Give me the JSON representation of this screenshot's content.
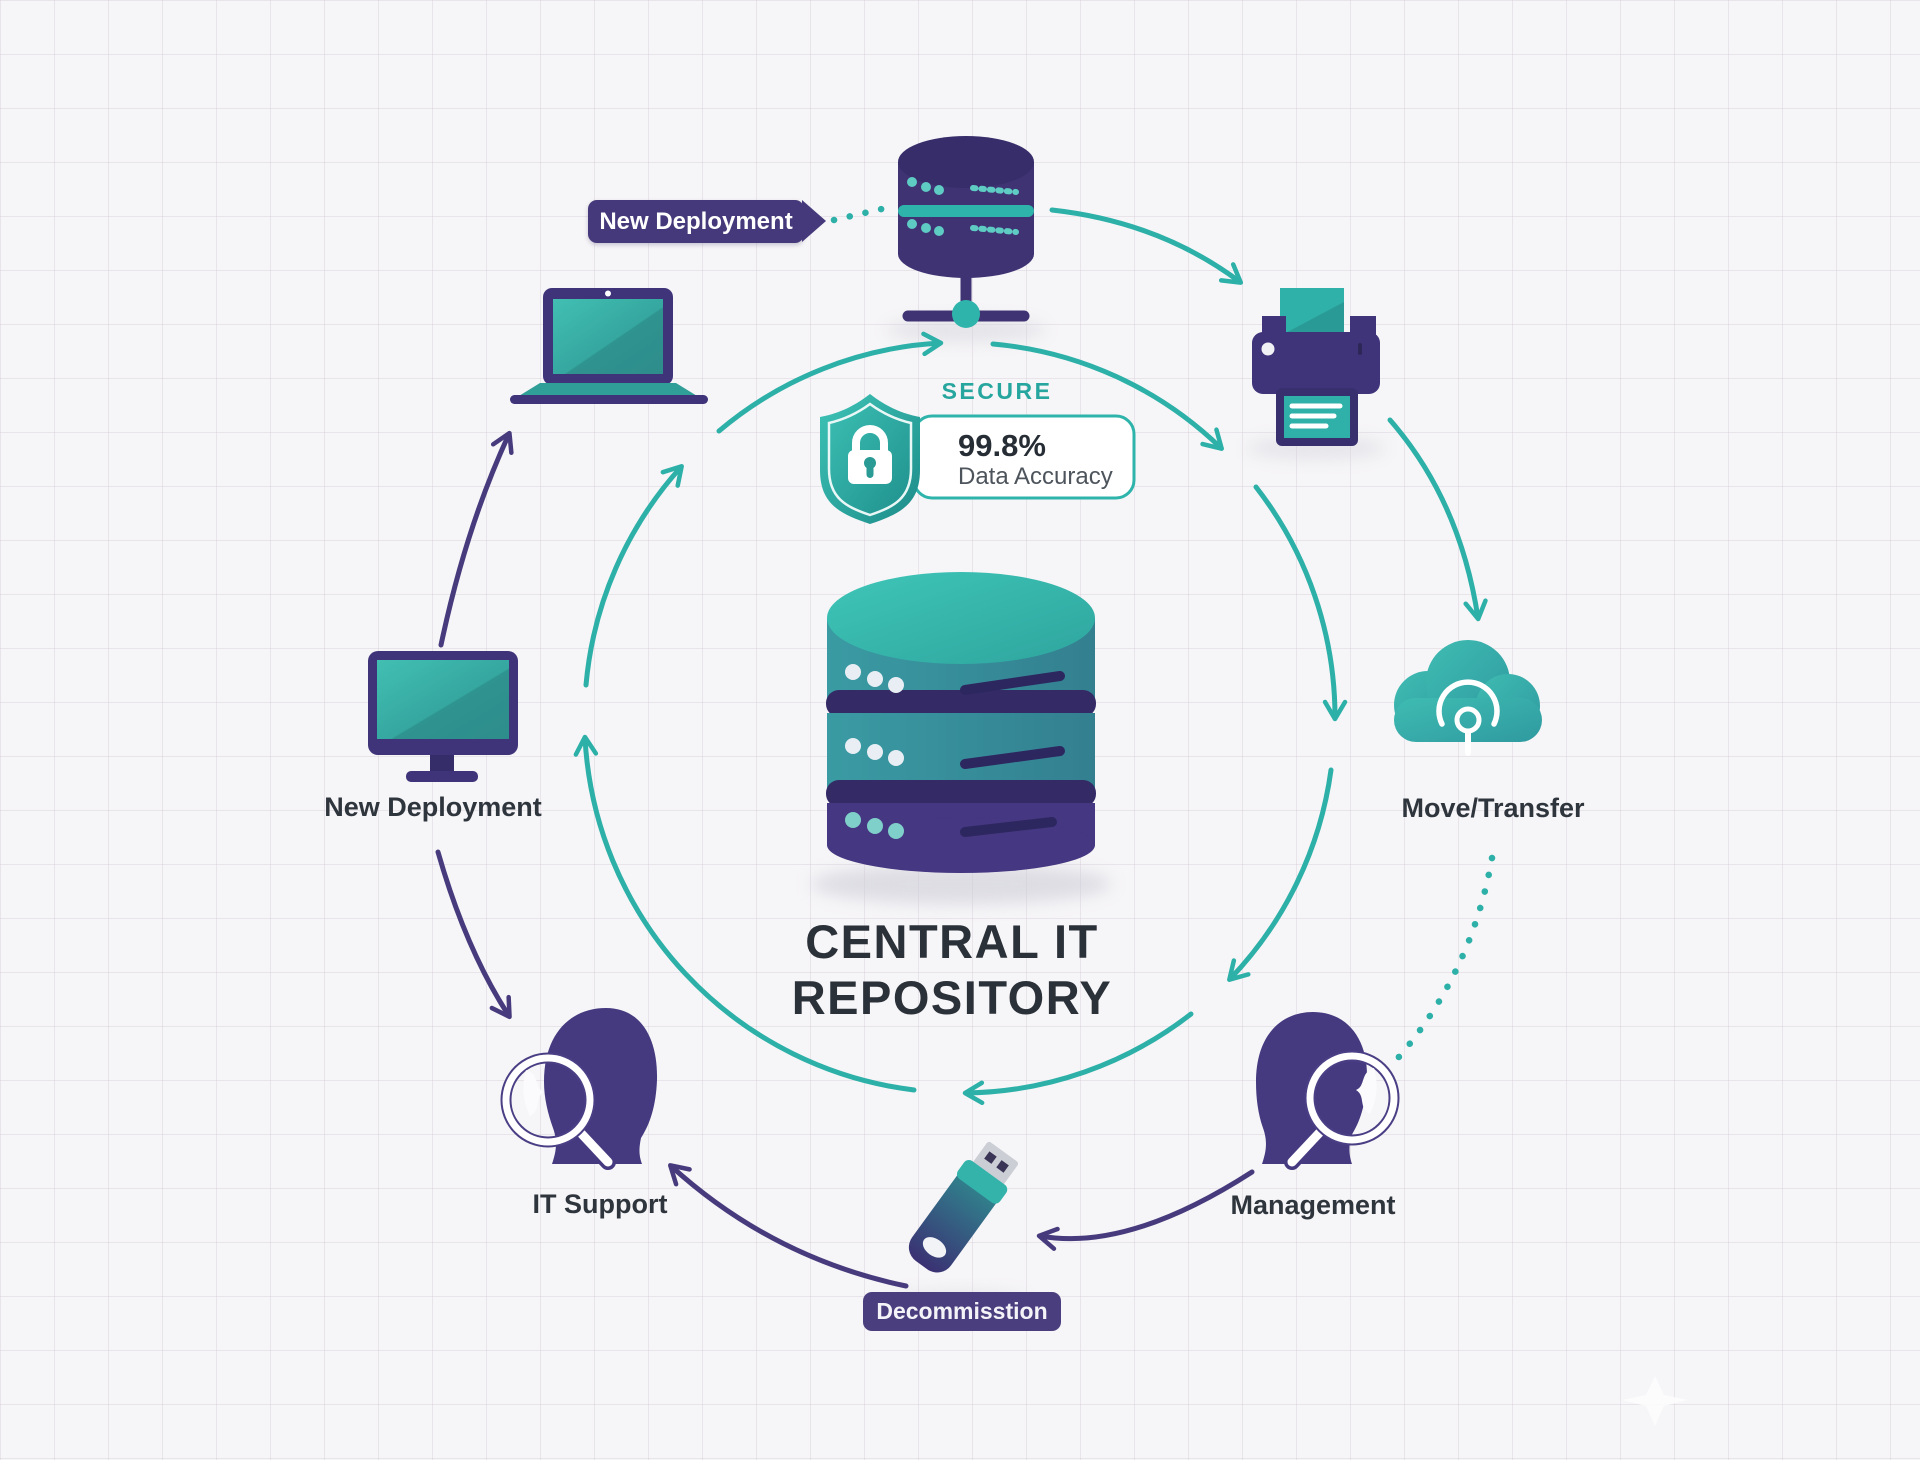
{
  "title": {
    "line1": "CENTRAL IT",
    "line2": "REPOSITORY"
  },
  "secure_badge": {
    "label": "SECURE",
    "value": "99.8%",
    "caption": "Data Accuracy"
  },
  "stages": {
    "deployment_tag": "New Deployment",
    "new_deployment_label": "New Deployment",
    "move_transfer_label": "Move/Transfer",
    "management_label": "Management",
    "decommission_tag": "Decommisstion",
    "it_support_label": "IT Support"
  },
  "icons": {
    "center": "database-icon",
    "top": "network-server-icon",
    "top_left": "laptop-icon",
    "left": "monitor-icon",
    "top_right": "printer-icon",
    "right": "cloud-transfer-icon",
    "bottom_right": "person-magnifier-icon",
    "bottom": "usb-drive-icon",
    "bottom_left": "person-magnifier-icon",
    "badge": "shield-lock-icon"
  },
  "colors": {
    "teal_accent": "#2cb0a8",
    "purple_accent": "#45397b",
    "label_text": "#2f353d",
    "secure_text": "#26a69e",
    "background": "#f6f5f7"
  }
}
